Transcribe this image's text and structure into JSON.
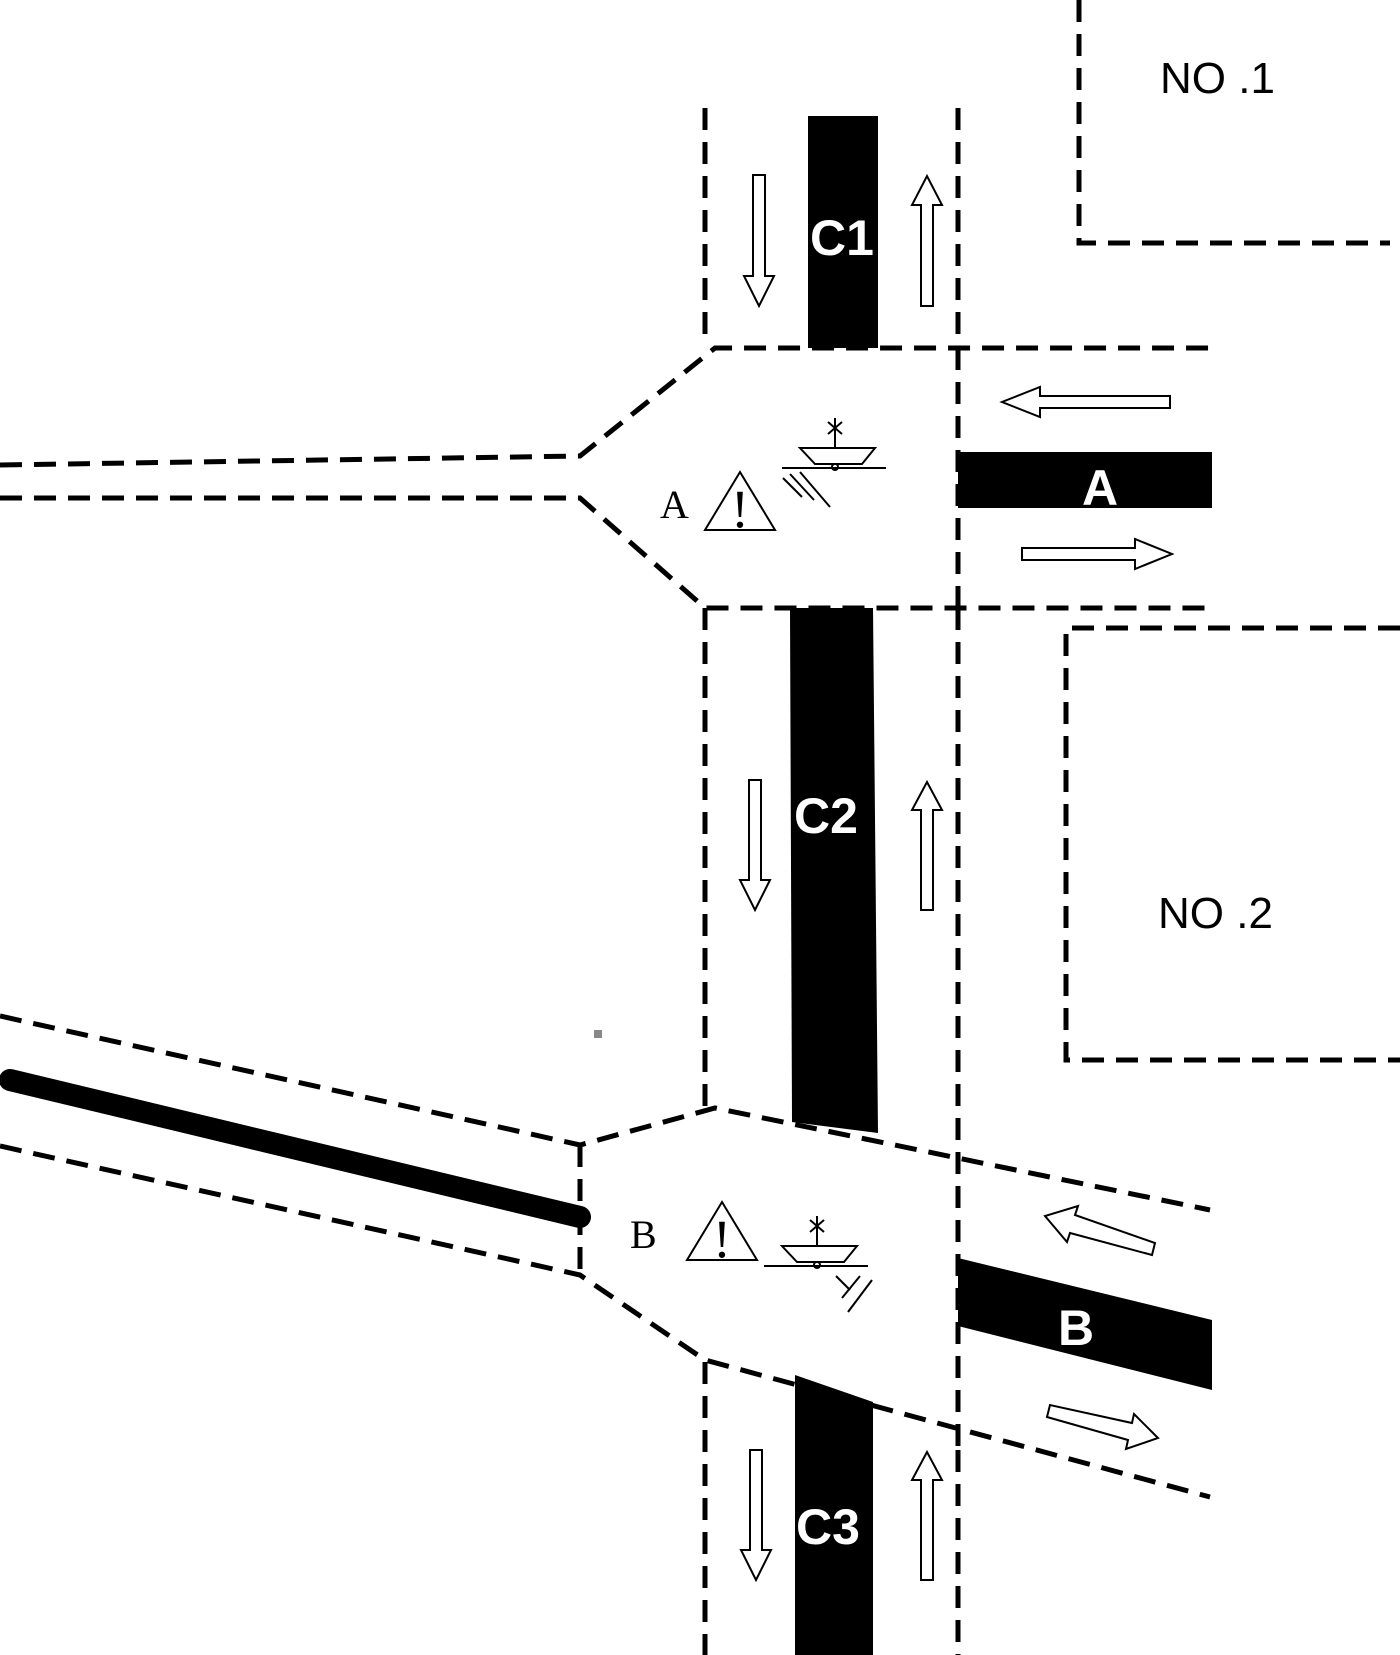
{
  "regions": {
    "no1": "NO .1",
    "no2": "NO .2"
  },
  "roads": {
    "a": "A",
    "b": "B",
    "c1": "C1",
    "c2": "C2",
    "c3": "C3"
  },
  "junctions": {
    "a": {
      "label": "A",
      "warning_mark": "!"
    },
    "b": {
      "label": "B",
      "warning_mark": "!"
    }
  },
  "icons": {
    "warning": "warning-triangle-icon",
    "ship": "ship-icon",
    "hatch": "hatch-icon"
  }
}
